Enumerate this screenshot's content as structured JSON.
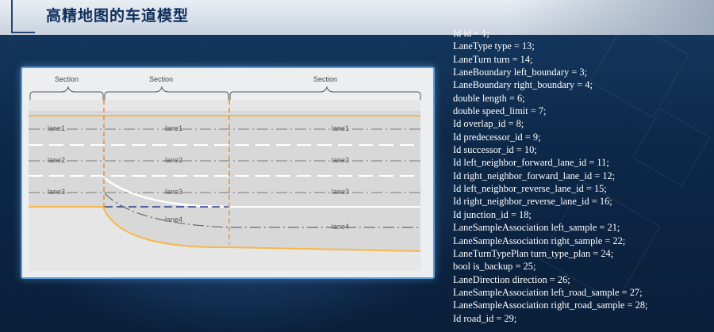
{
  "slide": {
    "title": "高精地图的车道模型"
  },
  "diagram": {
    "section_labels": [
      "Section",
      "Section",
      "Section"
    ],
    "lane_labels": {
      "lane1": [
        "lane1",
        "lane1",
        "lane1"
      ],
      "lane2": [
        "lane2",
        "lane2",
        "lane2"
      ],
      "lane3": [
        "lane3",
        "lane3",
        "lane3"
      ],
      "lane4": [
        "lane4",
        "lane4"
      ]
    },
    "colors": {
      "road_surface": "#d8d8d8",
      "boundary_orange": "#f5b84a",
      "section_divider": "#f08a3a",
      "merge_line_blue": "#2a3e88"
    }
  },
  "code_lines": [
    "Id id = 1;",
    "LaneType type = 13;",
    "LaneTurn turn = 14;",
    "LaneBoundary left_boundary = 3;",
    "LaneBoundary right_boundary = 4;",
    "double length = 6;",
    "double speed_limit = 7;",
    "Id overlap_id = 8;",
    "Id predecessor_id = 9;",
    "Id successor_id = 10;",
    "Id left_neighbor_forward_lane_id = 11;",
    "Id right_neighbor_forward_lane_id = 12;",
    "Id left_neighbor_reverse_lane_id = 15;",
    "Id right_neighbor_reverse_lane_id = 16;",
    "Id junction_id = 18;",
    "LaneSampleAssociation left_sample = 21;",
    "LaneSampleAssociation right_sample = 22;",
    "LaneTurnTypePlan turn_type_plan = 24;",
    "bool is_backup = 25;",
    "LaneDirection direction = 26;",
    "LaneSampleAssociation left_road_sample = 27;",
    "LaneSampleAssociation right_road_sample = 28;",
    "Id road_id = 29;"
  ]
}
